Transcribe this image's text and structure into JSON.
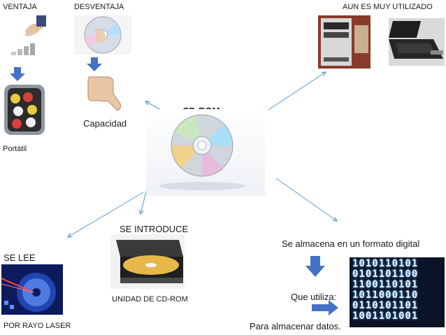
{
  "center": {
    "title": "CD-ROM"
  },
  "labels": {
    "ventaja": "VENTAJA",
    "desventaja": "DESVENTAJA",
    "capacidad": "Capacidad",
    "portatil": "Portátil",
    "aun_utilizado": "AUN ES MUY UTILIZADO",
    "se_introduce": "SE INTRODUCE",
    "unidad": "UNIDAD DE CD-ROM",
    "se_lee": "SE LEE",
    "rayo_laser": "POR RAYO LASER",
    "formato_digital": "Se almacena en un formato digital",
    "que_utiliza": "Que utiliza:",
    "almacenar": "Para almacenar datos."
  },
  "binary_lines": [
    "1010110101",
    "0101101100",
    "1100110101",
    "1011000110",
    "0110101101",
    "1001101001"
  ],
  "colors": {
    "arrow_line": "#5b9bd5",
    "block_arrow": "#4472c4",
    "text": "#1a1a1a"
  }
}
